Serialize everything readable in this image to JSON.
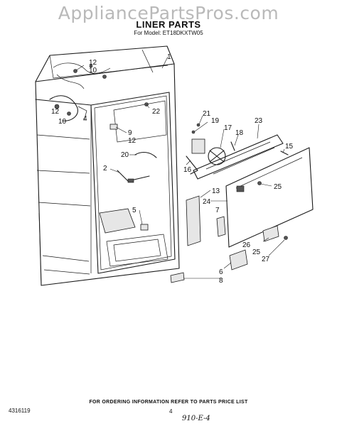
{
  "watermark": "AppliancePartsPros.com",
  "title": "LINER PARTS",
  "model_line": "For Model: ET18DKXTW05",
  "callouts": [
    "1",
    "12",
    "10",
    "22",
    "21",
    "19",
    "23",
    "9",
    "12",
    "17",
    "18",
    "15",
    "2",
    "20",
    "16",
    "12",
    "10",
    "4",
    "25",
    "13",
    "24",
    "7",
    "5",
    "26",
    "25",
    "27",
    "6",
    "8"
  ],
  "footer": {
    "part_number": "4316119",
    "ordering_note": "FOR ORDERING INFORMATION REFER TO PARTS PRICE LIST",
    "page": "4",
    "handwritten": "910-E-4"
  }
}
